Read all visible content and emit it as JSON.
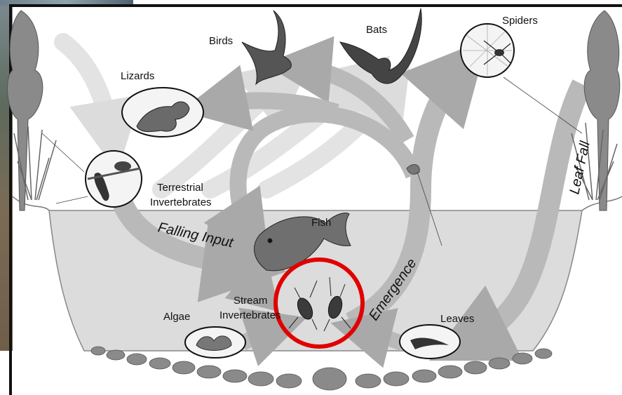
{
  "labels": {
    "birds": "Birds",
    "bats": "Bats",
    "spiders": "Spiders",
    "lizards": "Lizards",
    "terrestrial_line1": "Terrestrial",
    "terrestrial_line2": "Invertebrates",
    "fish": "Fish",
    "stream_line1": "Stream",
    "stream_line2": "Invertebrates",
    "algae": "Algae",
    "leaves": "Leaves"
  },
  "arrow_labels": {
    "falling_input": "Falling Input",
    "emergence": "Emergence",
    "leaf_fall": "Leaf Fall"
  },
  "colors": {
    "arrow_fill": "#b9b9b9",
    "arrow_stroke": "#8c8c8c",
    "water": "#dcdcdc",
    "highlight_circle": "#e00000"
  }
}
